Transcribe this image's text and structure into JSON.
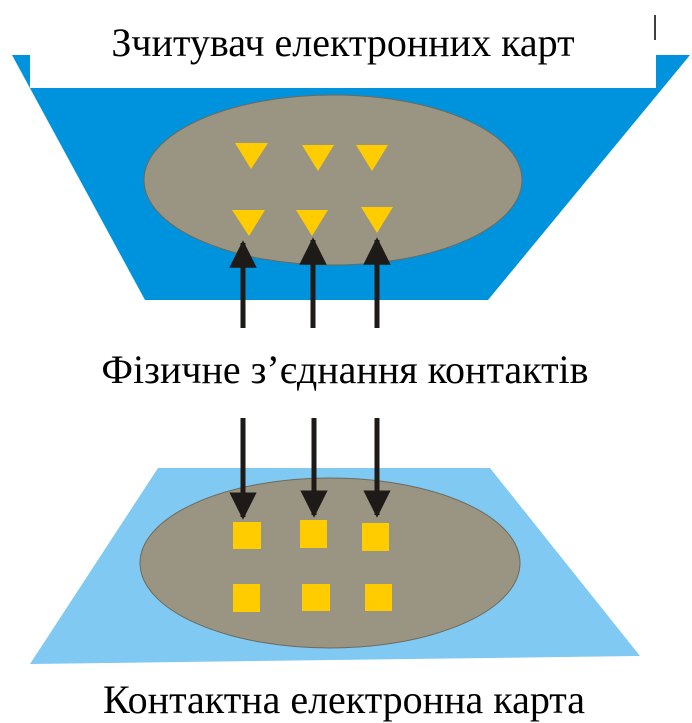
{
  "reader": {
    "title": "Зчитувач електронних карт",
    "contact_count": 6
  },
  "connection": {
    "label": "Фізичне з’єднання контактів",
    "arrow_count": 6
  },
  "card": {
    "title": "Контактна електронна карта",
    "contact_count": 6
  },
  "colors": {
    "reader_body": "#0093dd",
    "card_body": "#7fc9f2",
    "contact_area": "#9a9582",
    "contact": "#ffcc00",
    "arrow": "#1e1a17"
  }
}
